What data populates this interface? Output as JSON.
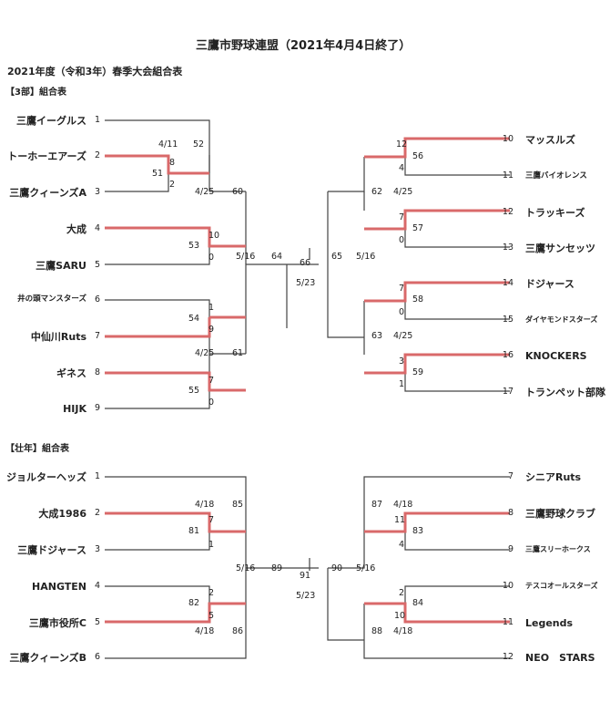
{
  "header": {
    "title": "三鷹市野球連盟（2021年4月4日終了）",
    "subtitle": "2021年度（令和3年）春季大会組合表"
  },
  "colors": {
    "win_line": "#d9696a",
    "line": "#444444"
  },
  "bracket1": {
    "section_label": "【3部】組合表",
    "left_teams": [
      {
        "name": "三鷹イーグルス",
        "seed": "1"
      },
      {
        "name": "トーホーエアーズ",
        "seed": "2"
      },
      {
        "name": "三鷹クィーンズA",
        "seed": "3"
      },
      {
        "name": "大成",
        "seed": "4"
      },
      {
        "name": "三鷹SARU",
        "seed": "5"
      },
      {
        "name": "井の頭マンスターズ",
        "seed": "6"
      },
      {
        "name": "中仙川Ruts",
        "seed": "7"
      },
      {
        "name": "ギネス",
        "seed": "8"
      },
      {
        "name": "HIJK",
        "seed": "9"
      }
    ],
    "right_teams": [
      {
        "name": "マッスルズ",
        "seed": "10"
      },
      {
        "name": "三鷹バイオレンス",
        "seed": "11"
      },
      {
        "name": "トラッキーズ",
        "seed": "12"
      },
      {
        "name": "三鷹サンセッツ",
        "seed": "13"
      },
      {
        "name": "ドジャース",
        "seed": "14"
      },
      {
        "name": "ダイヤモンドスターズ",
        "seed": "15"
      },
      {
        "name": "KNOCKERS",
        "seed": "16"
      },
      {
        "name": "トランペット部隊",
        "seed": "17"
      }
    ],
    "labels": {
      "d_4_11": "4/11",
      "s_8": "8",
      "g51": "51",
      "s_2": "2",
      "g52": "52",
      "d_4_25a": "4/25",
      "g60": "60",
      "s_10": "10",
      "g53": "53",
      "s_0a": "0",
      "d_5_16a": "5/16",
      "g64": "64",
      "g66": "66",
      "d_5_23": "5/23",
      "s_1a": "1",
      "g54": "54",
      "s_9": "9",
      "d_4_25b": "4/25",
      "g61": "61",
      "s_7a": "7",
      "g55": "55",
      "s_0b": "0",
      "s_12": "12",
      "g56": "56",
      "s_4a": "4",
      "g62": "62",
      "d_4_25c": "4/25",
      "s_7b": "7",
      "g57": "57",
      "s_0c": "0",
      "g65": "65",
      "d_5_16b": "5/16",
      "s_7c": "7",
      "g58": "58",
      "s_0d": "0",
      "g63": "63",
      "d_4_25d": "4/25",
      "s_3": "3",
      "g59": "59",
      "s_1b": "1"
    }
  },
  "bracket2": {
    "section_label": "【壮年】組合表",
    "left_teams": [
      {
        "name": "ジョルターヘッズ",
        "seed": "1"
      },
      {
        "name": "大成1986",
        "seed": "2"
      },
      {
        "name": "三鷹ドジャース",
        "seed": "3"
      },
      {
        "name": "HANGTEN",
        "seed": "4"
      },
      {
        "name": "三鷹市役所C",
        "seed": "5"
      },
      {
        "name": "三鷹クィーンズB",
        "seed": "6"
      }
    ],
    "right_teams": [
      {
        "name": "シニアRuts",
        "seed": "7"
      },
      {
        "name": "三鷹野球クラブ",
        "seed": "8"
      },
      {
        "name": "三鷹スリーホークス",
        "seed": "9"
      },
      {
        "name": "テスコオールスターズ",
        "seed": "10"
      },
      {
        "name": "Legends",
        "seed": "11"
      },
      {
        "name": "NEO　STARS",
        "seed": "12"
      }
    ],
    "labels": {
      "d_4_18a": "4/18",
      "g85": "85",
      "s_7": "7",
      "g81": "81",
      "s_1": "1",
      "d_5_16a": "5/16",
      "g89": "89",
      "g91": "91",
      "d_5_23": "5/23",
      "s_2a": "2",
      "g82": "82",
      "s_5": "5",
      "d_4_18b": "4/18",
      "g86": "86",
      "g87": "87",
      "d_4_18c": "4/18",
      "s_11": "11",
      "g83": "83",
      "s_4": "4",
      "g90": "90",
      "d_5_16b": "5/16",
      "s_2b": "2",
      "g84": "84",
      "s_10": "10",
      "g88": "88",
      "d_4_18d": "4/18"
    }
  }
}
